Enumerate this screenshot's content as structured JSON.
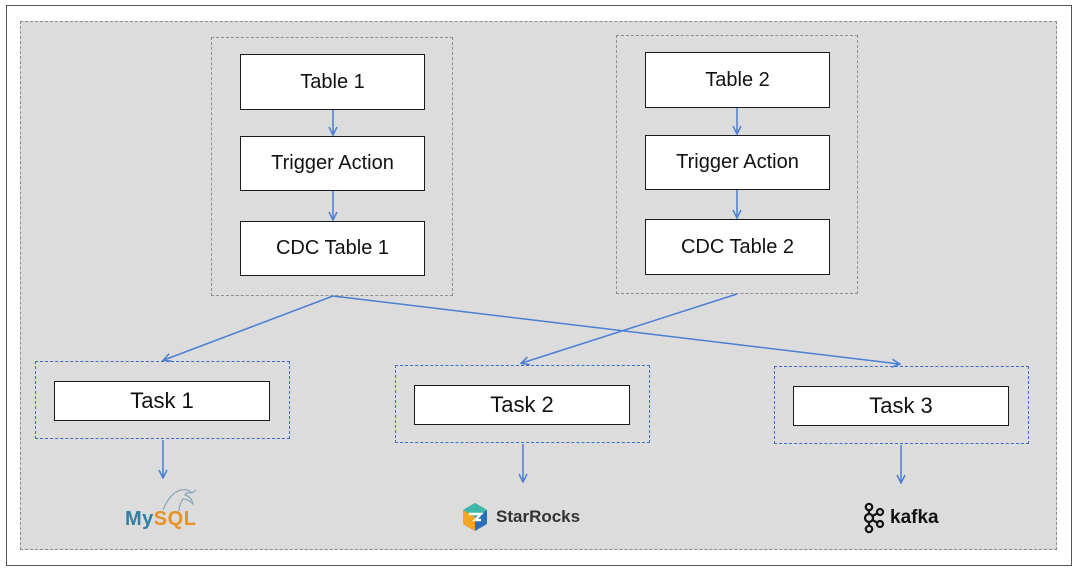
{
  "source_groups": [
    {
      "table": "Table 1",
      "trigger": "Trigger Action",
      "cdc": "CDC Table 1"
    },
    {
      "table": "Table 2",
      "trigger": "Trigger Action",
      "cdc": "CDC Table 2"
    }
  ],
  "tasks": [
    "Task 1",
    "Task 2",
    "Task 3"
  ],
  "sinks": {
    "mysql": {
      "name": "MySQL",
      "part1": "My",
      "part2": "SQL"
    },
    "starrocks": {
      "name": "StarRocks"
    },
    "kafka": {
      "name": "kafka"
    }
  },
  "colors": {
    "arrow": "#4a7fd4",
    "canvas": "#dcdcdc",
    "mysql_blue": "#2f7ea5",
    "mysql_orange": "#e69224",
    "starrocks_blue": "#2c6fb7",
    "starrocks_green": "#3fb8a9",
    "starrocks_orange": "#f5a623"
  }
}
